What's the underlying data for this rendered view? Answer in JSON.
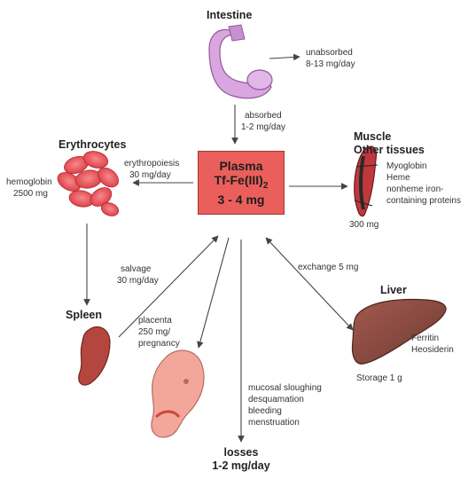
{
  "intestine": {
    "title": "Intestine",
    "unabsorbed_line1": "unabsorbed",
    "unabsorbed_line2": "8-13 mg/day",
    "absorbed_line1": "absorbed",
    "absorbed_line2": "1-2 mg/day"
  },
  "plasma": {
    "line1": "Plasma",
    "line2_base": "Tf-Fe(III)",
    "line2_sub": "2",
    "line3": "3 - 4 mg"
  },
  "erythrocytes": {
    "title": "Erythrocytes",
    "erythropoiesis_line1": "erythropoiesis",
    "erythropoiesis_line2": "30 mg/day",
    "hemoglobin_line1": "hemoglobin",
    "hemoglobin_line2": "2500 mg"
  },
  "muscle": {
    "title_line1": "Muscle",
    "title_line2": "Other tissues",
    "items": [
      "Myoglobin",
      "Heme",
      "nonheme iron-",
      "containing proteins"
    ],
    "amount": "300 mg"
  },
  "spleen": {
    "title": "Spleen",
    "salvage_line1": "salvage",
    "salvage_line2": "30 mg/day"
  },
  "placenta": {
    "line1": "placenta",
    "line2": "250 mg/",
    "line3": "pregnancy"
  },
  "liver": {
    "title": "Liver",
    "exchange": "exchange 5 mg",
    "items": [
      "Ferritin",
      "Heosiderin"
    ],
    "storage": "Storage 1 g"
  },
  "losses": {
    "causes": [
      "mucosal sloughing",
      "desquamation",
      "bleeding",
      "menstruation"
    ],
    "title_line1": "losses",
    "title_line2": "1-2 mg/day"
  },
  "colors": {
    "plasma_box": "#ea5f5c",
    "intestine": "#d9a6e0",
    "erythrocyte": "#e8434a",
    "muscle": "#c0383d",
    "spleen": "#b5463f",
    "liver": "#8c4a40",
    "fetus": "#f2a79a",
    "arrow": "#444444"
  }
}
